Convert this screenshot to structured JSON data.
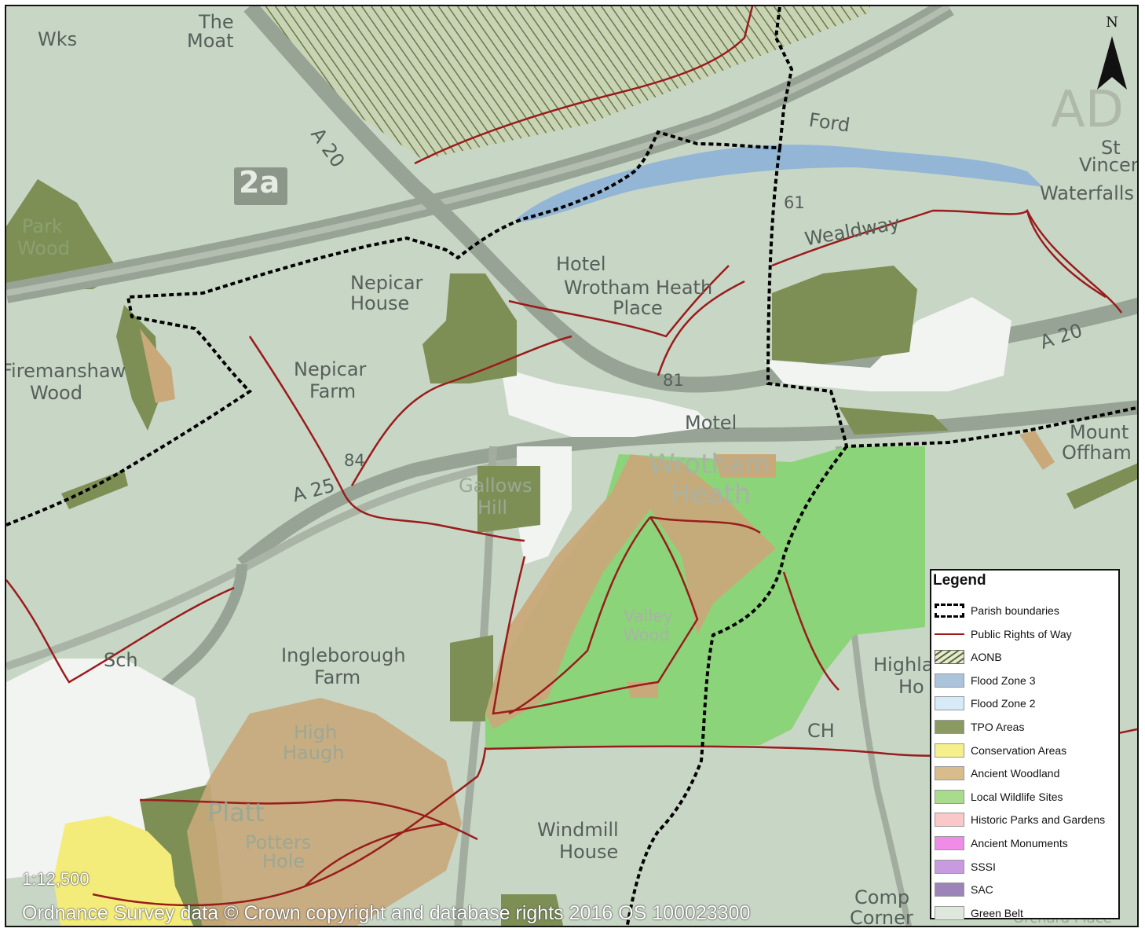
{
  "map": {
    "scale": "1:12,500",
    "copyright": "Ordnance Survey data © Crown copyright and database rights 2016 OS 100023300",
    "north_label": "N",
    "place_labels": {
      "wks": "Wks",
      "the": "The",
      "moat": "Moat",
      "park": "Park",
      "wood": "Wood",
      "nepicar": "Nepicar",
      "house": "House",
      "hotel": "Hotel",
      "wrotham_heath": "Wrotham Heath",
      "place": "Place",
      "ford": "Ford",
      "st": "St",
      "vincent": "Vincen",
      "waterfalls": "Waterfalls",
      "wealdway": "Wealdway",
      "n61": "61",
      "a20_top": "A 20",
      "a20_right": "A 20",
      "fireman": "Firemanshaw",
      "fireman_wood": "Wood",
      "nepicar2": "Nepicar",
      "farm": "Farm",
      "n81": "81",
      "motel": "Motel",
      "mount": "Mount",
      "offham": "Offham",
      "n84": "84",
      "a25": "A 25",
      "gallows": "Gallows",
      "hill": "Hill",
      "wrotham": "Wrotham",
      "heath": "Heath",
      "sch": "Sch",
      "ingle": "Ingleborough",
      "farm2": "Farm",
      "high": "High",
      "haugh": "Haugh",
      "platt": "Platt",
      "potters": "Potters",
      "hole": "Hole",
      "windmill": "Windmill",
      "house2": "House",
      "ch": "CH",
      "highla": "Highla",
      "ho": "Ho",
      "comp": "Comp",
      "corner": "Corner",
      "valley": "Valley",
      "wood2": "Wood",
      "two_a": "2a",
      "ad": "AD",
      "orchard": "Orchard Place"
    }
  },
  "legend": {
    "title": "Legend",
    "items": [
      {
        "label": "Parish boundaries",
        "color": "#000000",
        "style": "dashed-box"
      },
      {
        "label": "Public Rights of Way",
        "color": "#a01a1a",
        "style": "line"
      },
      {
        "label": "AONB",
        "color": "#5a6a30",
        "style": "hatched"
      },
      {
        "label": "Flood Zone 3",
        "color": "#aac4dc",
        "style": "fill"
      },
      {
        "label": "Flood Zone 2",
        "color": "#d6eaf8",
        "style": "fill"
      },
      {
        "label": "TPO Areas",
        "color": "#8a9a62",
        "style": "fill"
      },
      {
        "label": "Conservation Areas",
        "color": "#f6f08c",
        "style": "fill"
      },
      {
        "label": "Ancient Woodland",
        "color": "#d8bc8c",
        "style": "fill"
      },
      {
        "label": "Local Wildlife Sites",
        "color": "#a8dc8c",
        "style": "fill"
      },
      {
        "label": "Historic Parks and Gardens",
        "color": "#fac8c8",
        "style": "fill"
      },
      {
        "label": "Ancient Monuments",
        "color": "#f08ce8",
        "style": "fill"
      },
      {
        "label": "SSSI",
        "color": "#c89ae0",
        "style": "fill"
      },
      {
        "label": "SAC",
        "color": "#9c84b8",
        "style": "fill"
      },
      {
        "label": "Green Belt",
        "color": "#dfe8dc",
        "style": "fill"
      }
    ]
  },
  "colors": {
    "background": "#c8d6c5",
    "road": "#97a394",
    "tpo": "#7d8f55",
    "ancient_woodland": "#c9a97a",
    "wildlife": "#8cd47a",
    "flood": "#93b6d6",
    "conservation": "#f4ec7a",
    "prow": "#9a1c1c",
    "urban": "#f2f4f2"
  }
}
